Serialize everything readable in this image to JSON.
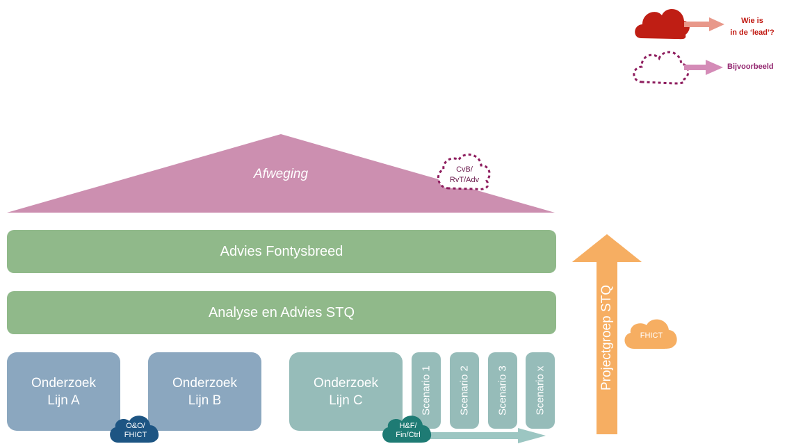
{
  "legend": {
    "lead_label_line1": "Wie is",
    "lead_label_line2": "in de ‘lead’?",
    "example_label": "Bijvoorbeeld"
  },
  "roof": {
    "label": "Afweging",
    "cloud_line1": "CvB/",
    "cloud_line2": "RvT/Adv"
  },
  "bands": {
    "advies_fontysbreed": "Advies Fontysbreed",
    "analyse_stq": "Analyse en Advies STQ"
  },
  "research": {
    "lijn_a": {
      "line1": "Onderzoek",
      "line2": "Lijn A"
    },
    "lijn_b": {
      "line1": "Onderzoek",
      "line2": "Lijn B"
    },
    "lijn_c": {
      "line1": "Onderzoek",
      "line2": "Lijn C"
    },
    "scenarios": [
      "Scenario 1",
      "Scenario 2",
      "Scenario 3",
      "Scenario x"
    ]
  },
  "clouds": {
    "oo_line1": "O&O/",
    "oo_line2": "FHICT",
    "hf_line1": "H&F/",
    "hf_line2": "Fin/Ctrl",
    "fhict": "FHICT"
  },
  "projectgroep": {
    "label": "Projectgroep STQ"
  },
  "colors": {
    "roof": "#cc8fb0",
    "band": "#90b98a",
    "lijn_ab": "#8ba7bf",
    "lijn_c": "#96bcb9",
    "lead_cloud": "#bf1e14",
    "lead_text": "#c0170f",
    "example_cloud_outline": "#8e1d5e",
    "example_text": "#93266f",
    "navy_cloud": "#1d5583",
    "teal_cloud": "#1e7b74",
    "orange": "#f6ae62"
  }
}
